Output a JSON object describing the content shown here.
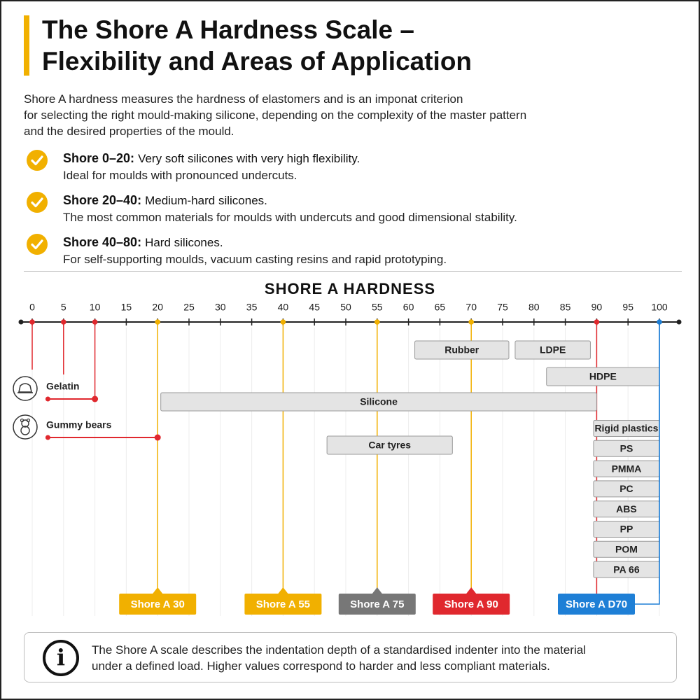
{
  "header": {
    "title_line1": "The Shore A Hardness Scale –",
    "title_line2": "Flexibility and Areas of Application"
  },
  "intro": {
    "line1": "Shore A hardness measures the hardness of elastomers and is an imponat criterion",
    "line2": "for selecting the right mould-making silicone, depending on the complexity of the master pattern",
    "line3": "and the desired properties of the mould."
  },
  "bullets": [
    {
      "label": "Shore 0–20:",
      "desc1": "Very soft silicones with very high flexibility.",
      "desc2": "Ideal for moulds with pronounced undercuts."
    },
    {
      "label": "Shore 20–40:",
      "desc1": "Medium-hard silicones.",
      "desc2": "The most common materials for moulds with undercuts and good dimensional stability."
    },
    {
      "label": "Shore 40–80:",
      "desc1": "Hard silicones.",
      "desc2": "For self-supporting moulds, vacuum casting resins and rapid prototyping."
    }
  ],
  "colors": {
    "accent": "#f1b000",
    "red": "#e0282e",
    "gray": "#777777",
    "blue": "#1e7fd6",
    "bar_fill": "#e4e4e4",
    "bar_stroke": "#9a9a9a"
  },
  "chart_data": {
    "type": "range-scale",
    "title": "SHORE A HARDNESS",
    "axis": {
      "min": 0,
      "max": 100,
      "ticks": [
        0,
        5,
        10,
        15,
        20,
        25,
        30,
        35,
        40,
        45,
        50,
        55,
        60,
        65,
        70,
        75,
        80,
        85,
        90,
        95,
        100
      ]
    },
    "bars": [
      {
        "label": "Rubber",
        "start": 61,
        "end": 76,
        "row": 0
      },
      {
        "label": "LDPE",
        "start": 77,
        "end": 89,
        "row": 0
      },
      {
        "label": "HDPE",
        "start": 82,
        "end": 100,
        "row": 1
      },
      {
        "label": "Silicone",
        "start": 20.5,
        "end": 90,
        "row": 2
      },
      {
        "label": "Car tyres",
        "start": 47,
        "end": 67,
        "row": 4
      }
    ],
    "stack": {
      "start": 89.5,
      "end": 100,
      "items": [
        "Rigid plastics",
        "PS",
        "PMMA",
        "PC",
        "ABS",
        "PP",
        "POM",
        "PA 66"
      ]
    },
    "food_items": [
      {
        "label": "Gelatin",
        "icon": "jelly-icon",
        "start": 2.5,
        "end": 10
      },
      {
        "label": "Gummy bears",
        "icon": "bear-icon",
        "start": 2.5,
        "end": 20
      }
    ],
    "markers": [
      {
        "label": "Shore A 30",
        "value": 20,
        "color": "#f1b000"
      },
      {
        "label": "Shore A 55",
        "value": 40,
        "color": "#f1b000"
      },
      {
        "label": "Shore A 75",
        "value": 55,
        "color": "#777777"
      },
      {
        "label": "Shore A 90",
        "value": 70,
        "color": "#e0282e"
      },
      {
        "label": "Shore A D70",
        "value": 100,
        "color": "#1e7fd6"
      }
    ],
    "guide_lines": [
      {
        "value": 0,
        "color": "#e0282e"
      },
      {
        "value": 5,
        "color": "#e0282e"
      },
      {
        "value": 10,
        "color": "#e0282e"
      },
      {
        "value": 20,
        "color": "#f1b000"
      },
      {
        "value": 40,
        "color": "#f1b000"
      },
      {
        "value": 55,
        "color": "#f1b000"
      },
      {
        "value": 70,
        "color": "#f1b000"
      },
      {
        "value": 90,
        "color": "#e0282e"
      },
      {
        "value": 100,
        "color": "#1e7fd6"
      }
    ]
  },
  "info": {
    "icon": "info-icon",
    "line1": "The Shore A scale describes the indentation depth of a standardised indenter into the material",
    "line2": "under a defined load. Higher values correspond to harder and less compliant materials."
  }
}
